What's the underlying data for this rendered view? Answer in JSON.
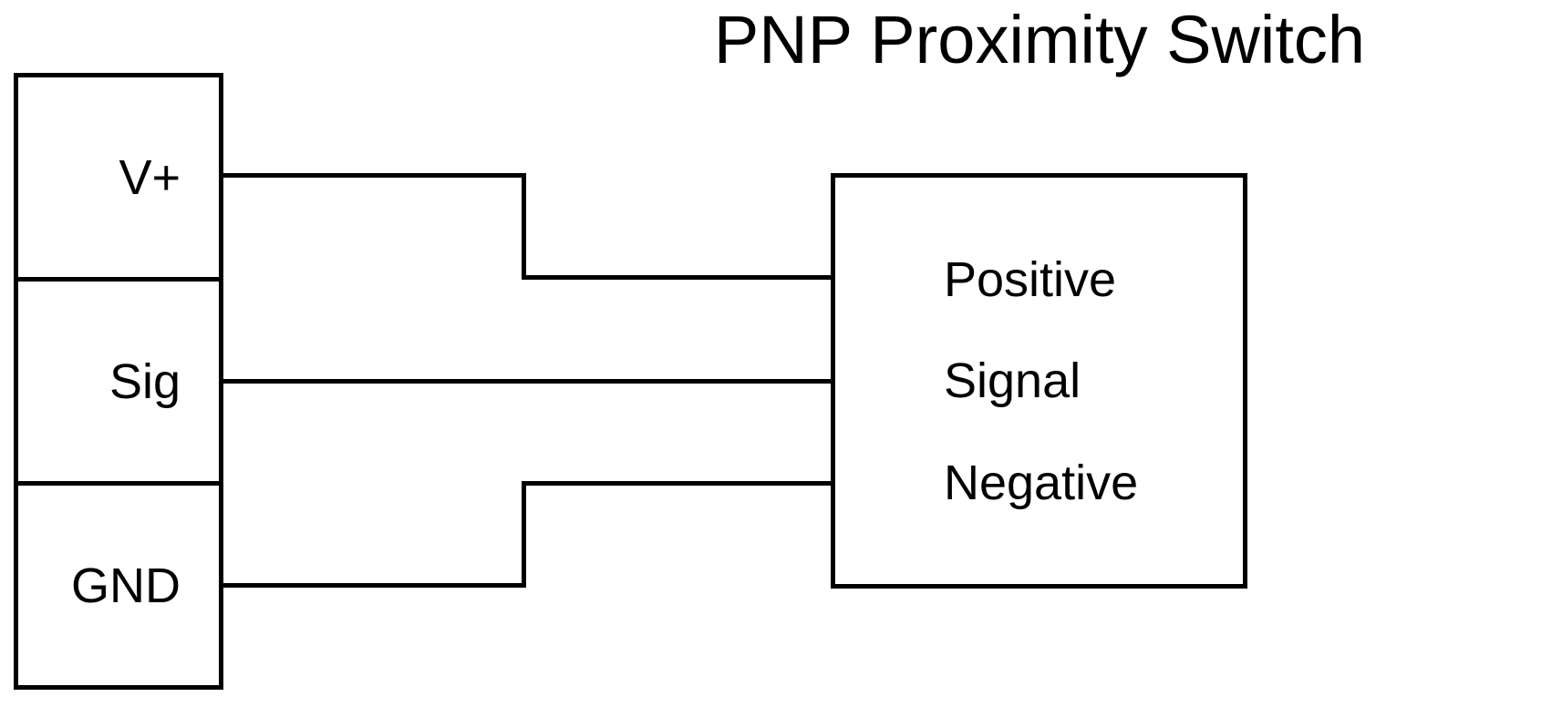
{
  "title": "PNP Proximity Switch",
  "colors": {
    "line": "#000000",
    "background": "#ffffff",
    "text": "#000000"
  },
  "terminal_block": {
    "terminals": [
      {
        "label": "V+"
      },
      {
        "label": "Sig"
      },
      {
        "label": "GND"
      }
    ]
  },
  "switch_box": {
    "pins": [
      {
        "label": "Positive"
      },
      {
        "label": "Signal"
      },
      {
        "label": "Negative"
      }
    ]
  },
  "connections": [
    {
      "from": "V+",
      "to": "Positive",
      "shape": "right, step down, right"
    },
    {
      "from": "Sig",
      "to": "Signal",
      "shape": "straight"
    },
    {
      "from": "GND",
      "to": "Negative",
      "shape": "right, step up, right"
    }
  ]
}
